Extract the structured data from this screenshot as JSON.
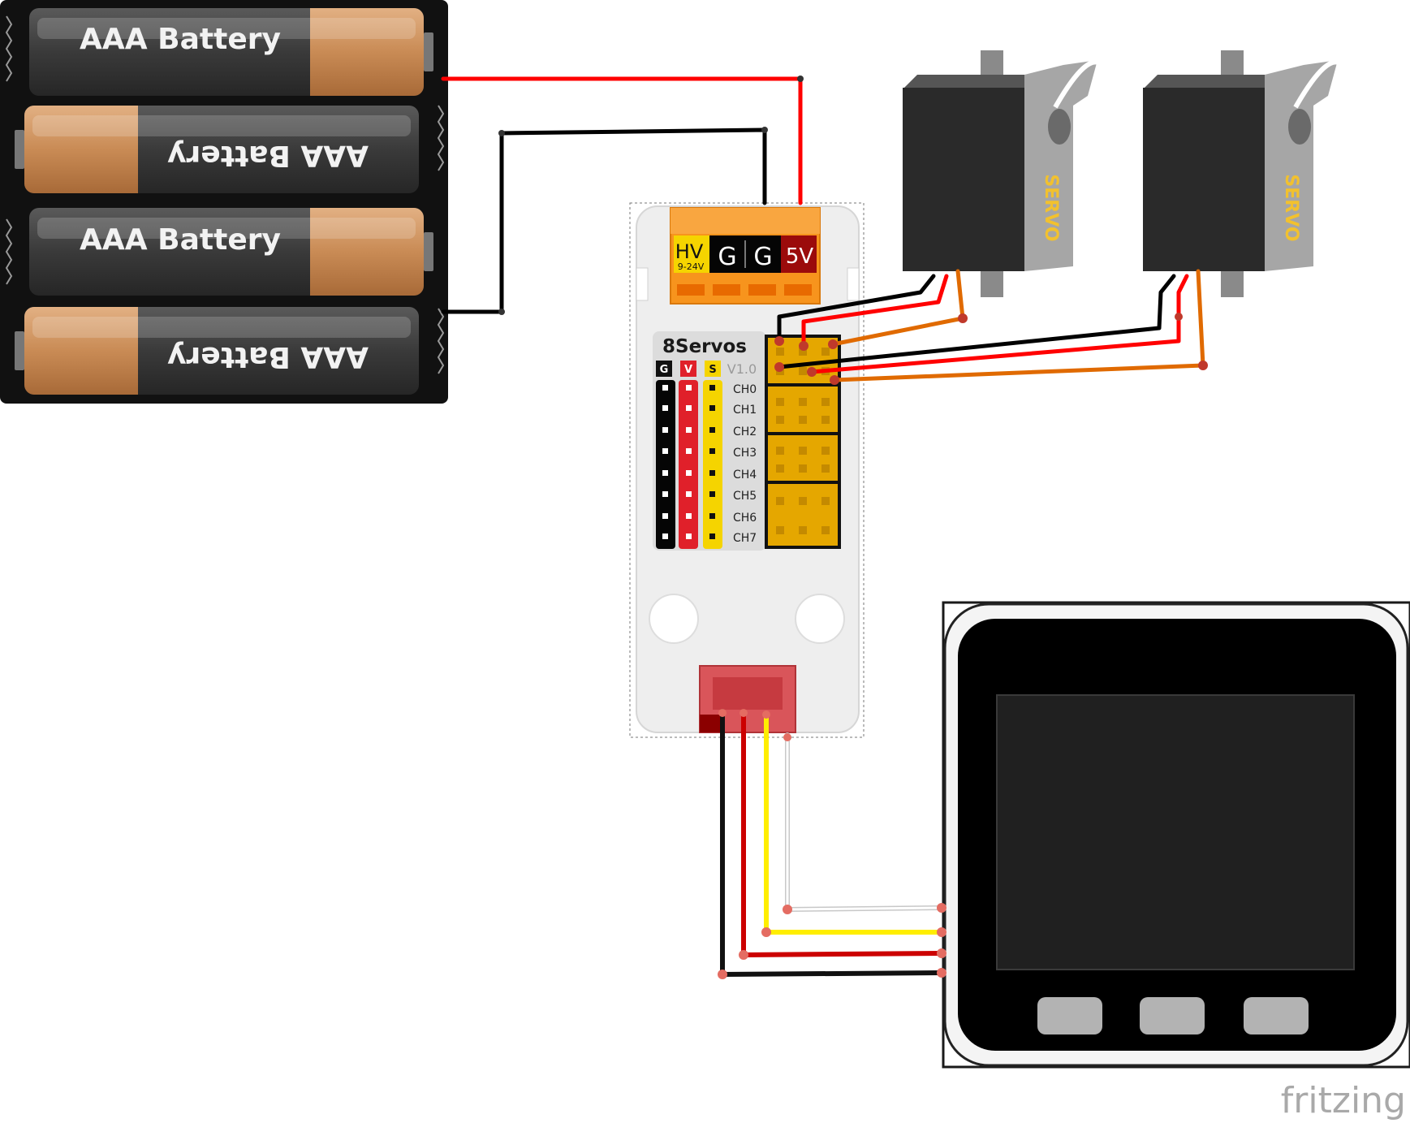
{
  "battery_pack": {
    "cells": [
      "AAA Battery",
      "AAA Battery",
      "AAA Battery",
      "AAA Battery"
    ]
  },
  "terminal_block": {
    "hv_label": "HV",
    "hv_range": "9-24V",
    "g1_label": "G",
    "g2_label": "G",
    "v5_label": "5V"
  },
  "servo_board": {
    "title": "8Servos",
    "version": "V1.0",
    "header_g": "G",
    "header_v": "V",
    "header_s": "S",
    "channels": [
      "CH0",
      "CH1",
      "CH2",
      "CH3",
      "CH4",
      "CH5",
      "CH6",
      "CH7"
    ]
  },
  "servos": [
    {
      "label": "SERVO"
    },
    {
      "label": "SERVO"
    }
  ],
  "watermark": "fritzing",
  "colors": {
    "wire_red": "#ff0000",
    "wire_black": "#000000",
    "wire_yellow": "#ffee00",
    "wire_orange": "#e06a00",
    "terminal_orange": "#f7941d",
    "header_gold": "#e5a700",
    "battery_copper": "#c98b55"
  }
}
